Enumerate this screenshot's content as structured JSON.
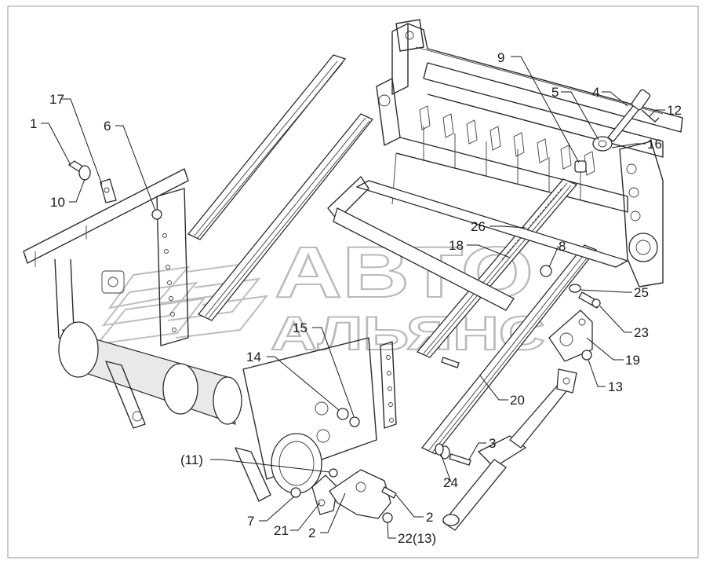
{
  "watermark": {
    "line1": "АВТО",
    "line2": "АЛЬЯНС"
  },
  "callouts": [
    {
      "id": "c1",
      "text": "1"
    },
    {
      "id": "c17",
      "text": "17"
    },
    {
      "id": "c6",
      "text": "6"
    },
    {
      "id": "c10",
      "text": "10"
    },
    {
      "id": "c9",
      "text": "9"
    },
    {
      "id": "c5",
      "text": "5"
    },
    {
      "id": "c4",
      "text": "4"
    },
    {
      "id": "c12",
      "text": "12"
    },
    {
      "id": "c16",
      "text": "16"
    },
    {
      "id": "c26",
      "text": "26"
    },
    {
      "id": "c18",
      "text": "18"
    },
    {
      "id": "c8",
      "text": "8"
    },
    {
      "id": "c25",
      "text": "25"
    },
    {
      "id": "c23",
      "text": "23"
    },
    {
      "id": "c19",
      "text": "19"
    },
    {
      "id": "c13",
      "text": "13"
    },
    {
      "id": "c15",
      "text": "15"
    },
    {
      "id": "c14",
      "text": "14"
    },
    {
      "id": "c20",
      "text": "20"
    },
    {
      "id": "c3",
      "text": "3"
    },
    {
      "id": "c24",
      "text": "24"
    },
    {
      "id": "c11",
      "text": "(11)"
    },
    {
      "id": "c2a",
      "text": "2"
    },
    {
      "id": "c7",
      "text": "7"
    },
    {
      "id": "c21",
      "text": "21"
    },
    {
      "id": "c2b",
      "text": "2"
    },
    {
      "id": "c22",
      "text": "22(13)"
    }
  ]
}
